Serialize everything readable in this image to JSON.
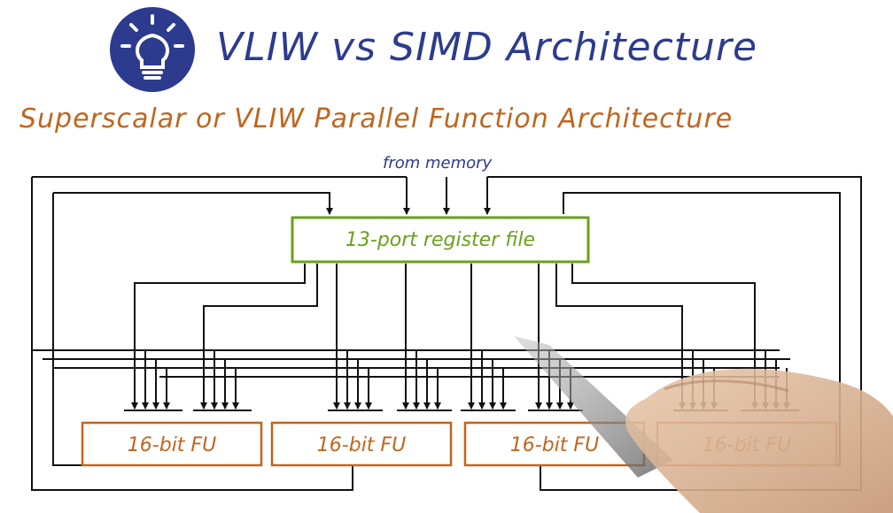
{
  "header": {
    "title": "VLIW vs SIMD Architecture",
    "logo_icon": "lightbulb-icon"
  },
  "subtitle": "Superscalar or VLIW Parallel Function Architecture",
  "diagram": {
    "memory_label": "from memory",
    "register_file_label": "13-port register file",
    "functional_units": [
      {
        "label": "16-bit FU"
      },
      {
        "label": "16-bit FU"
      },
      {
        "label": "16-bit FU"
      },
      {
        "label": "16-bit FU"
      }
    ]
  },
  "colors": {
    "title": "#2d3b8e",
    "subtitle": "#c0651c",
    "register_file": "#6aa01e",
    "functional_unit": "#c0651c",
    "wire": "#111111"
  }
}
